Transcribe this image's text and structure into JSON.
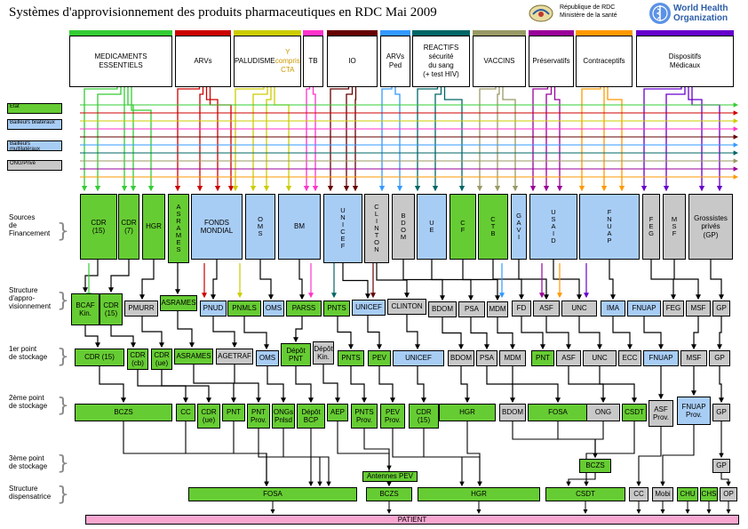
{
  "title": "Systèmes d'approvisionnement des produits pharmaceutiques en RDC Mai 2009",
  "header_right": {
    "rdc_line1": "République de RDC",
    "rdc_line2": "Ministère de la santé",
    "who_line1": "World Health",
    "who_line2": "Organization"
  },
  "colors": {
    "green": "#66cc33",
    "blue": "#a8cdf5",
    "grey": "#c8c8c8",
    "pink": "#f7a6d0"
  },
  "categories": [
    {
      "label": "MEDICAMENTS\nESSENTIELS",
      "color": "#33cc33"
    },
    {
      "label": "ARVs",
      "color": "#cc0000"
    },
    {
      "label": "PALUDISME",
      "sub": "Y compris CTA",
      "color": "#cccc00"
    },
    {
      "label": "TB",
      "color": "#ff33cc"
    },
    {
      "label": "IO",
      "color": "#660000"
    },
    {
      "label": "ARVs\nPed",
      "color": "#3399ff"
    },
    {
      "label": "REACTIFS\nsécurité\ndu sang\n(+ test HIV)",
      "color": "#006666"
    },
    {
      "label": "VACCINS",
      "color": "#999966"
    },
    {
      "label": "Préservatifs",
      "color": "#990099"
    },
    {
      "label": "Contraceptifs",
      "color": "#ff9900"
    },
    {
      "label": "Dispositifs\nMédicaux",
      "color": "#6600cc"
    }
  ],
  "legend": [
    "Etat",
    "Bailleurs bilatéraux",
    "Bailleurs multilatéraux",
    "ONG/Privé"
  ],
  "row_labels": [
    "Sources\nde\nFinancement",
    "Structure\nd'appro-\nvisionnement",
    "1er point\nde stockage",
    "2ème point\nde stockage",
    "3ème point\nde stockage",
    "Structure\ndispensatrice"
  ],
  "sources": [
    {
      "t": "CDR\n(15)"
    },
    {
      "t": "CDR\n(7)"
    },
    {
      "t": "HGR"
    },
    {
      "t": "A S R A M E S"
    },
    {
      "t": "FONDS\nMONDIAL"
    },
    {
      "t": "O M S"
    },
    {
      "t": "BM"
    },
    {
      "t": "U N I C E F"
    },
    {
      "t": "C L I N T O N"
    },
    {
      "t": "B D O M"
    },
    {
      "t": "U E"
    },
    {
      "t": "C F"
    },
    {
      "t": "C T B"
    },
    {
      "t": "G A V I"
    },
    {
      "t": "U S A I D"
    },
    {
      "t": "F N U A P"
    },
    {
      "t": "F E G"
    },
    {
      "t": "M S F"
    },
    {
      "t": "Grossistes\nprivés\n(GP)"
    }
  ],
  "supply": [
    "BCAF\nKin.",
    "CDR\n(15)",
    "PMURR",
    "ASRAMES",
    "PNUD",
    "PNMLS",
    "OMS",
    "PARSS",
    "PNTS",
    "UNICEF",
    "CLINTON",
    "BDOM",
    "PSA",
    "MDM",
    "FD",
    "ASF",
    "UNC",
    "IMA",
    "FNUAP",
    "FEG",
    "MSF",
    "GP"
  ],
  "stock1": [
    "CDR (15)",
    "CDR\n(cb)",
    "CDR\n(ue)",
    "ASRAMES",
    "AGETRAF",
    "OMS",
    "Dépôt\nPNT",
    "Dépôt\nKin.",
    "PNTS",
    "PEV",
    "UNICEF",
    "BDOM",
    "PSA",
    "MDM",
    "PNT",
    "ASF",
    "UNC",
    "ECC",
    "FNUAP",
    "MSF",
    "GP"
  ],
  "stock2": [
    "BCZS",
    "CC",
    "CDR\n(ue)",
    "PNT",
    "PNT\nProv.",
    "ONGs\nPnlsd",
    "Dépôt\nBCP",
    "AEP",
    "PNTS\nProv.",
    "PEV\nProv.",
    "CDR\n(15)",
    "HGR",
    "BDOM",
    "FOSA",
    "ONG",
    "CSDT",
    "ASF\nProv.",
    "FNUAP\nProv.",
    "GP"
  ],
  "stock3": [
    "BCZS",
    "GP",
    "Antennes PEV"
  ],
  "dispense": [
    "FOSA",
    "BCZS",
    "HGR",
    "CSDT",
    "CC",
    "Mobi",
    "CHU",
    "CHS",
    "OP"
  ],
  "patient": "PATIENT"
}
